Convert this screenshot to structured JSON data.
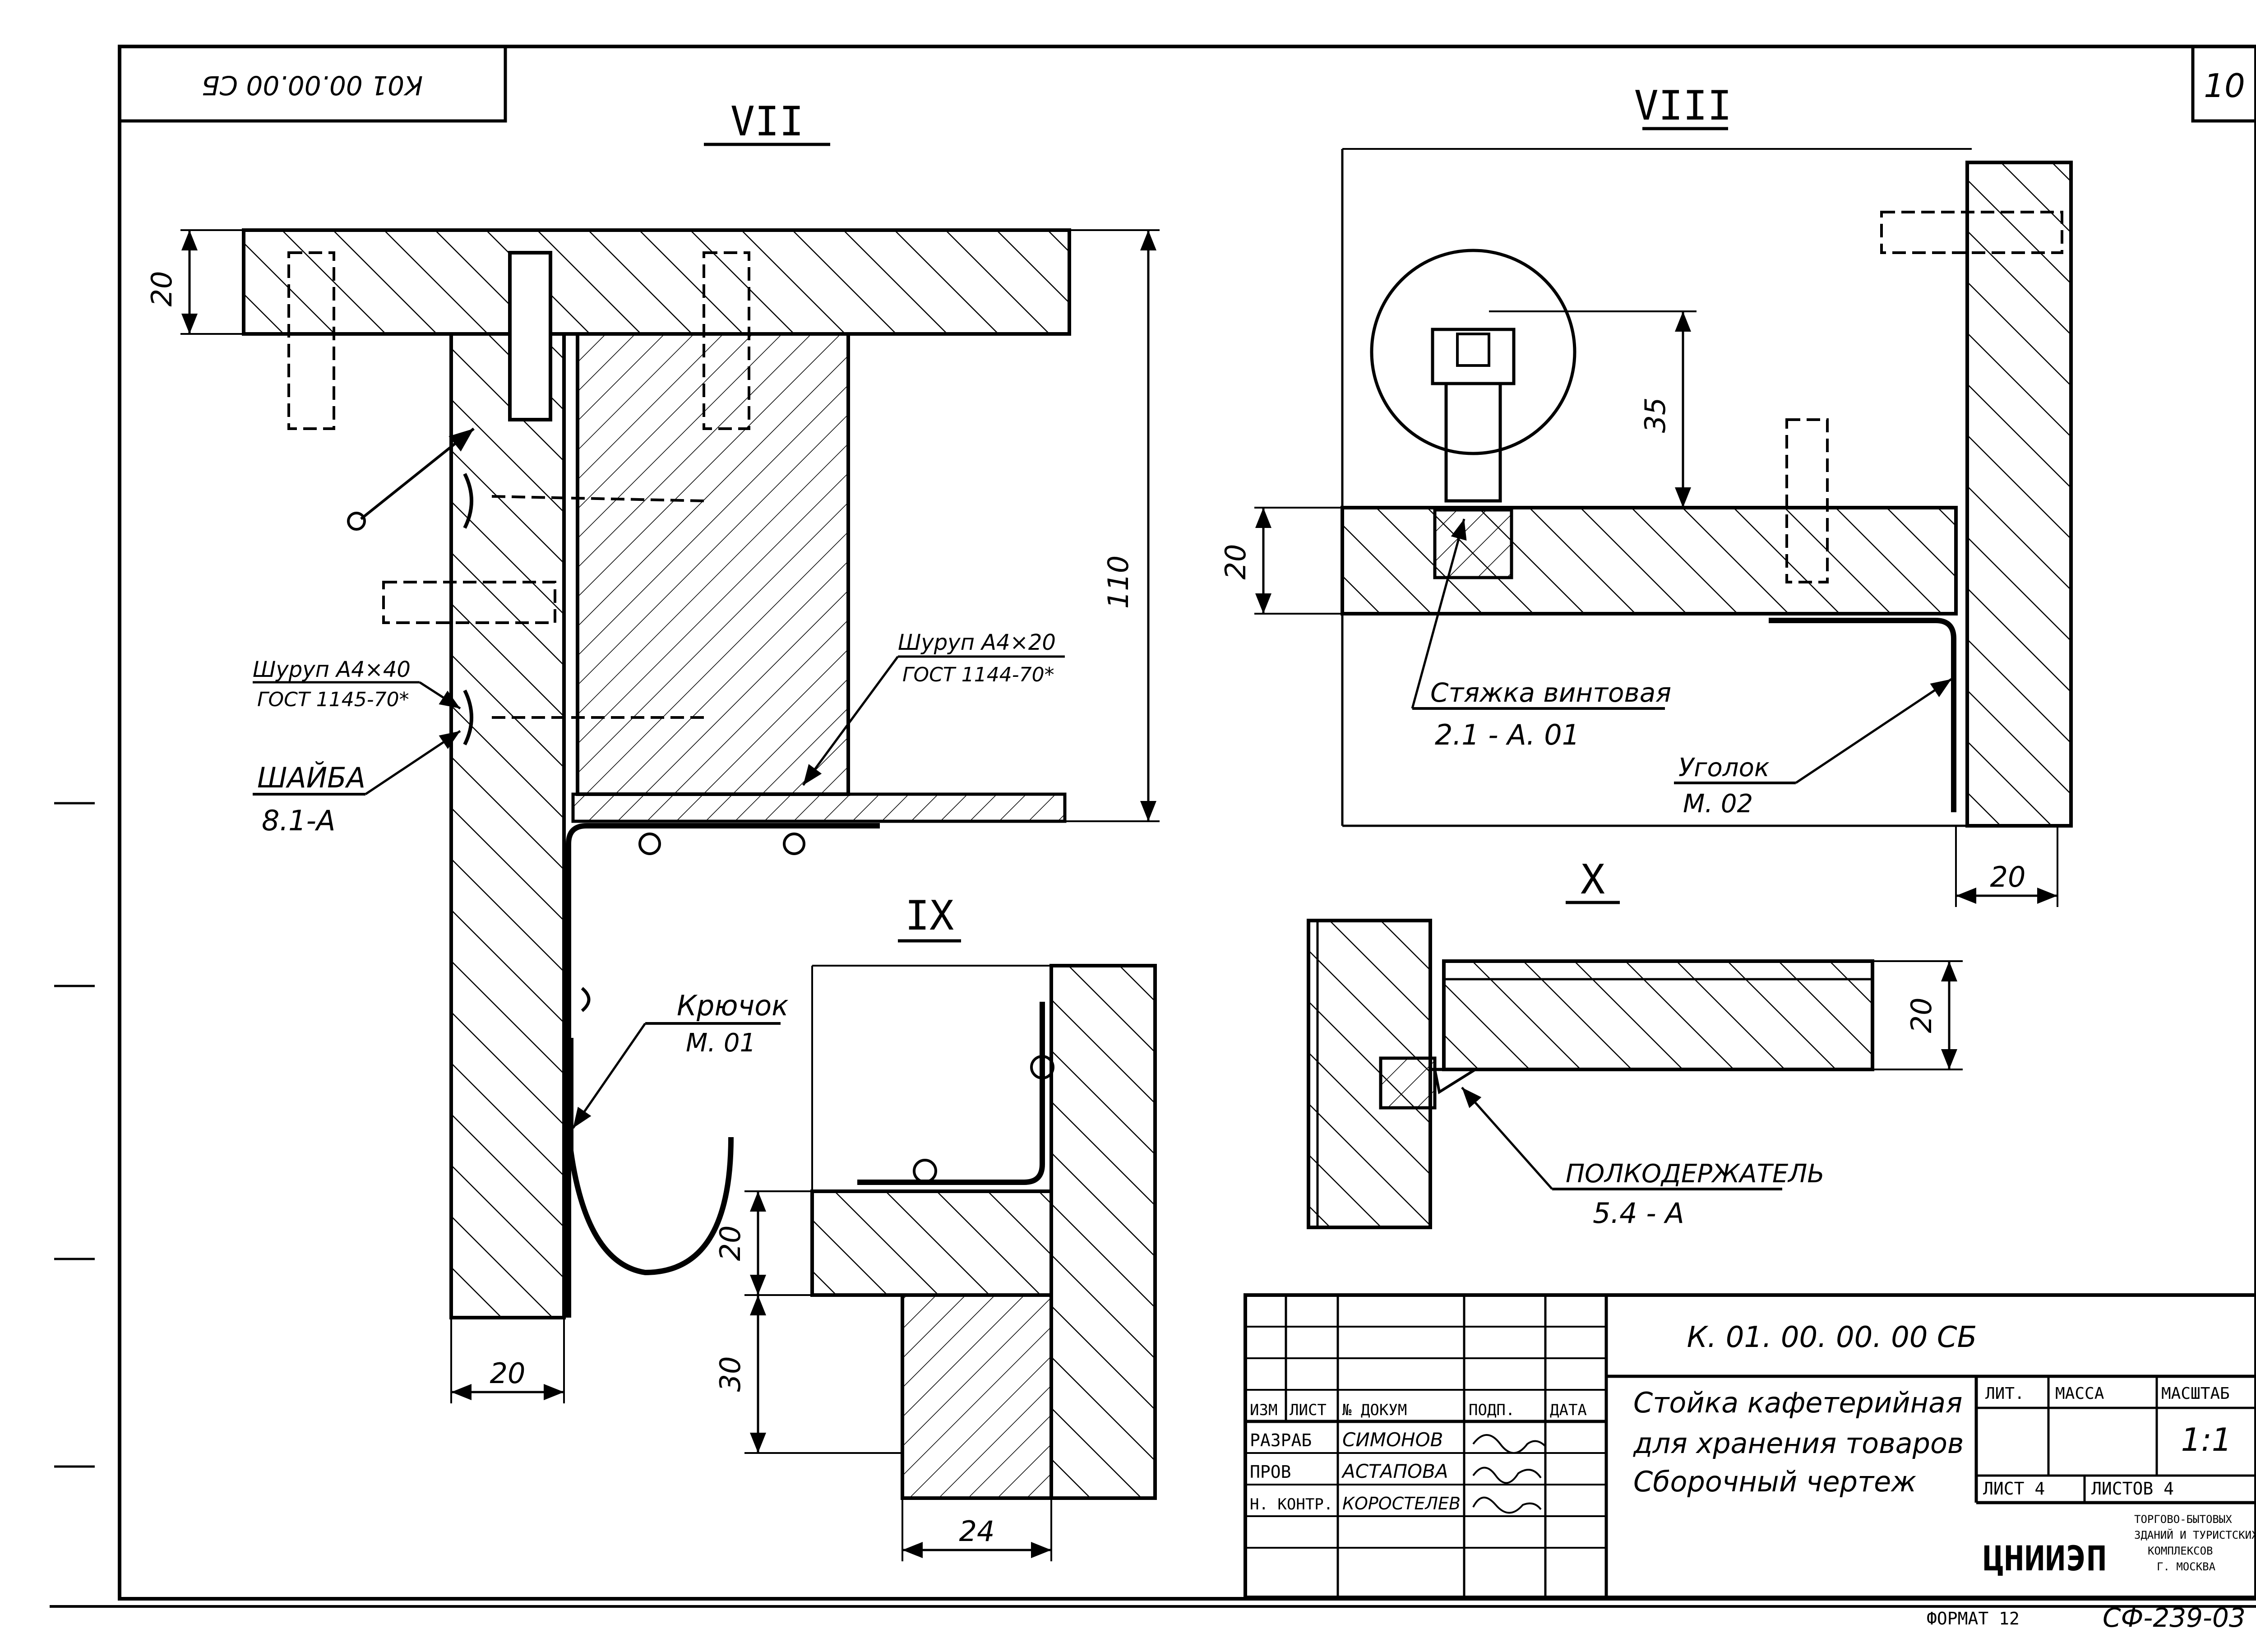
{
  "sheet": {
    "page_number": "10",
    "rotated_code": "К01 00.00.00 СБ",
    "format_label": "ФОРМАТ 12",
    "album_code": "СФ-239-03"
  },
  "views": {
    "vii": "VII",
    "viii": "VIII",
    "ix": "IX",
    "x": "X"
  },
  "dimensions": {
    "vii_top_thickness": "20",
    "vii_height": "110",
    "vii_bottom_width": "20",
    "viii_depth": "35",
    "viii_thickness": "20",
    "viii_width": "20",
    "x_thickness": "20",
    "ix_shelf": "20",
    "ix_block": "30",
    "ix_width": "24"
  },
  "callouts": {
    "screw_4x40": "Шуруп А4×40",
    "screw_4x40_gost": "ГОСТ 1145-70*",
    "screw_4x20": "Шуруп А4×20",
    "screw_4x20_gost": "ГОСТ 1144-70*",
    "washer": "ШАЙБА",
    "washer_ref": "8.1-А",
    "hook": "Крючок",
    "hook_ref": "М. 01",
    "tie": "Стяжка винтовая",
    "tie_ref": "2.1 - А. 01",
    "angle": "Уголок",
    "angle_ref": "М. 02",
    "shelf_holder": "ПОЛКОДЕРЖАТЕЛЬ",
    "shelf_holder_ref": "5.4 - А"
  },
  "title_block": {
    "designation": "К. 01. 00. 00. 00  СБ",
    "name_line1": "Стойка кафетерийная",
    "name_line2": "для хранения товаров",
    "name_line3": "Сборочный чертеж",
    "col_izm": "ИЗМ",
    "col_list": "ЛИСТ",
    "col_doc": "№ ДОКУМ",
    "col_sign": "ПОДП.",
    "col_date": "ДАТА",
    "role_develop": "РАЗРАБ",
    "role_check": "ПРОВ",
    "role_norm": "Н. КОНТР.",
    "name_develop": "СИМОНОВ",
    "name_check": "АСТАПОВА",
    "name_norm": "КОРОСТЕЛЕВ",
    "lit_label": "ЛИТ.",
    "mass_label": "МАССА",
    "scale_label": "МАСШТАБ",
    "scale_value": "1:1",
    "sheet_label": "ЛИСТ 4",
    "sheets_label": "ЛИСТОВ 4",
    "org_short": "ЦНИИЭП",
    "org_line1": "ТОРГОВО-БЫТОВЫХ",
    "org_line2": "ЗДАНИЙ И ТУРИСТСКИХ",
    "org_line3": "КОМПЛЕКСОВ",
    "org_line4": "Г. МОСКВА"
  }
}
